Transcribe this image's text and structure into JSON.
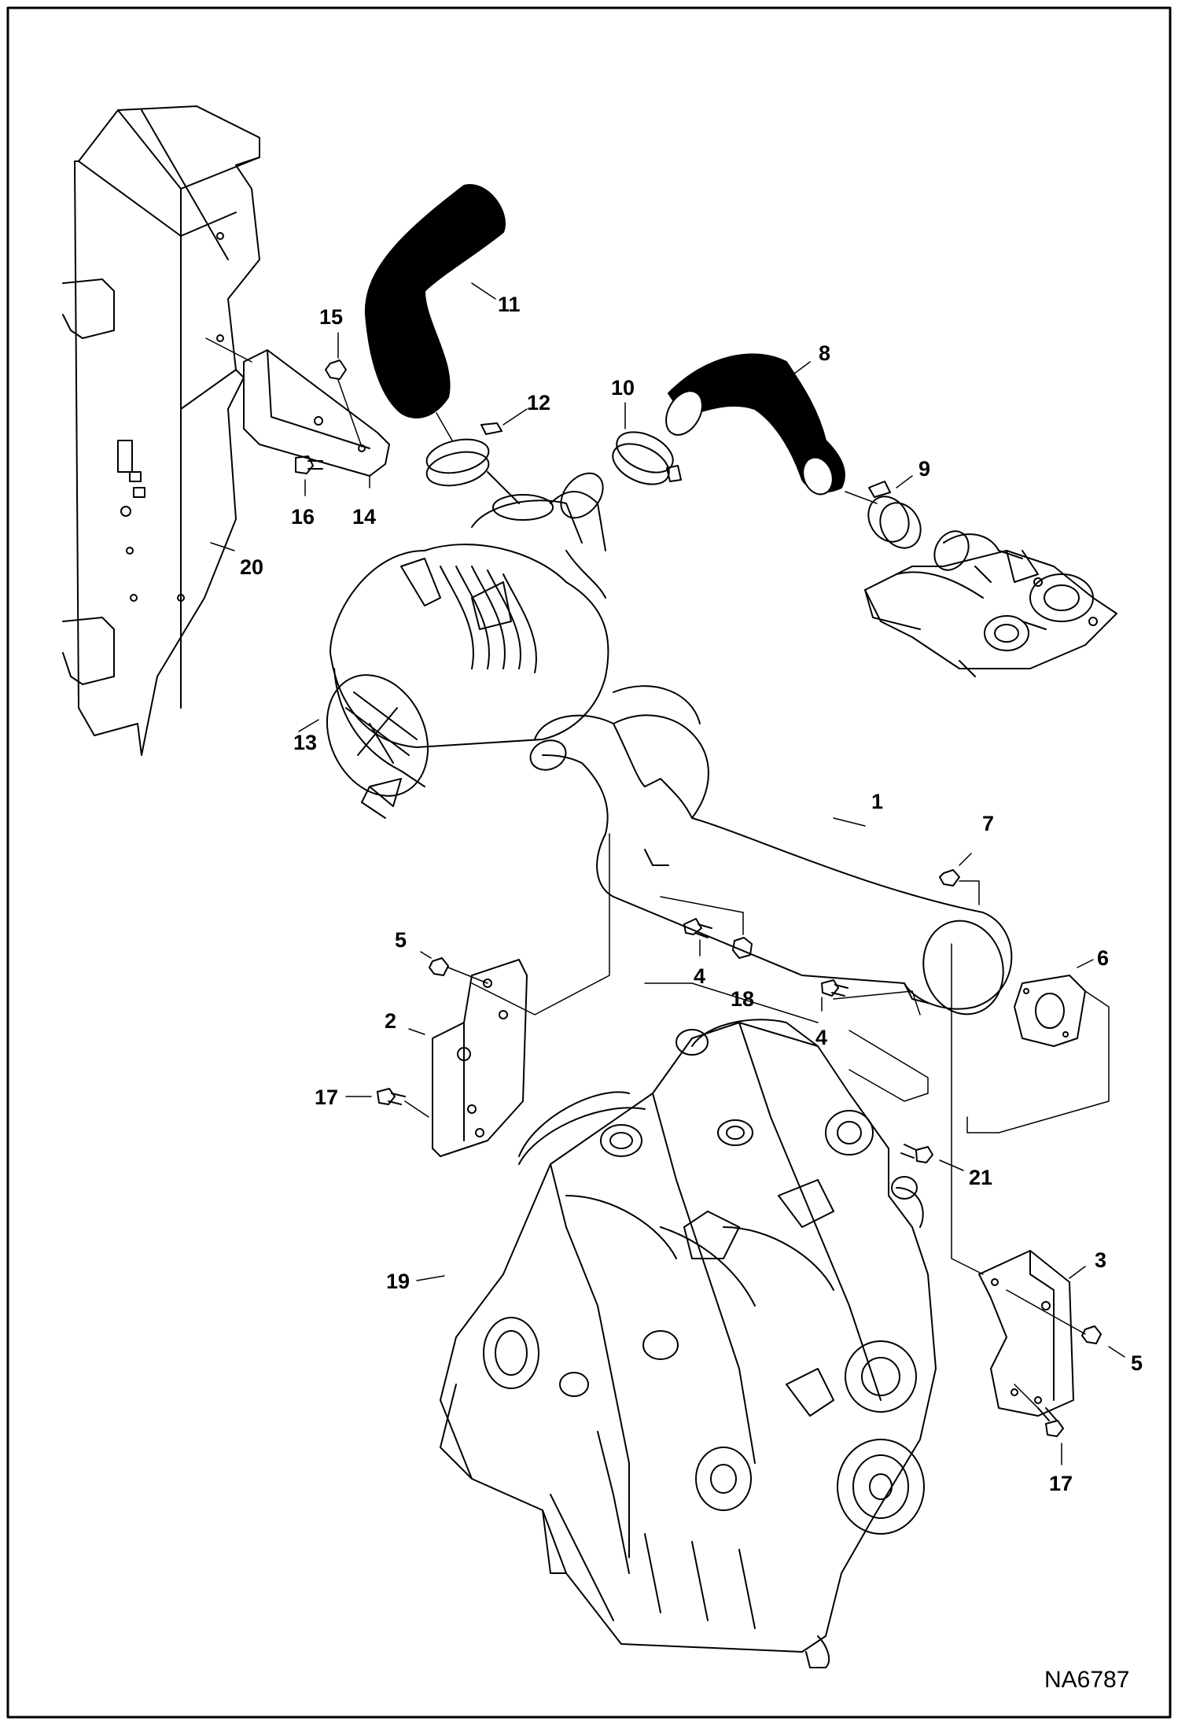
{
  "figure_code": "NA6787",
  "colors": {
    "line": "#000000",
    "hose": "#000000",
    "background": "#ffffff"
  },
  "callouts": {
    "c1": "1",
    "c2": "2",
    "c3": "3",
    "c4a": "4",
    "c4b": "4",
    "c5a": "5",
    "c5b": "5",
    "c6": "6",
    "c7": "7",
    "c8": "8",
    "c9": "9",
    "c10": "10",
    "c11": "11",
    "c12": "12",
    "c13": "13",
    "c14": "14",
    "c15": "15",
    "c16": "16",
    "c17a": "17",
    "c17b": "17",
    "c18": "18",
    "c19": "19",
    "c20": "20",
    "c21": "21"
  }
}
